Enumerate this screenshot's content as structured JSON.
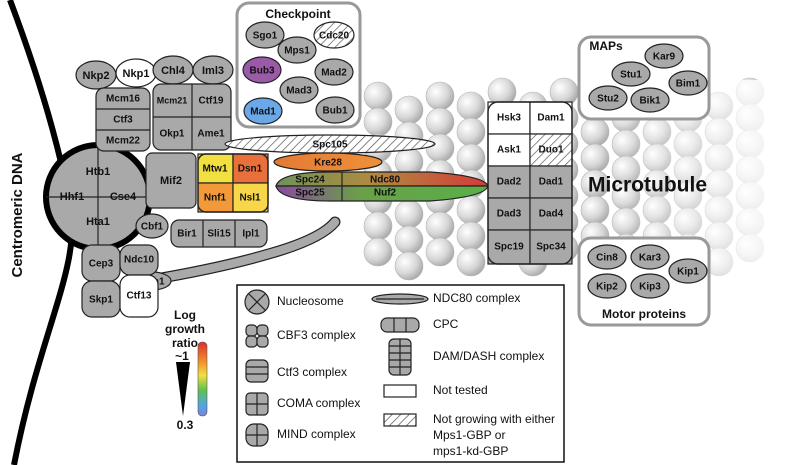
{
  "left_axis_label": "Centromeric DNA",
  "microtubule_label": "Microtubule",
  "checkpoint": {
    "title": "Checkpoint",
    "proteins": [
      "Sgo1",
      "Cdc20",
      "Mps1",
      "Bub3",
      "Mad2",
      "Mad3",
      "Mad1",
      "Bub1"
    ]
  },
  "maps": {
    "title": "MAPs",
    "proteins": [
      "Kar9",
      "Stu1",
      "Bim1",
      "Stu2",
      "Bik1"
    ]
  },
  "motor_proteins": {
    "title": "Motor proteins",
    "proteins": [
      "Cin8",
      "Kar3",
      "Kip1",
      "Kip2",
      "Kip3"
    ]
  },
  "nucleosome": {
    "proteins": [
      "Htb1",
      "Hhf1",
      "Cse4",
      "Hta1"
    ]
  },
  "ctf3_complex": {
    "proteins": [
      "Mcm16",
      "Ctf3",
      "Mcm22"
    ]
  },
  "coma_complex": {
    "proteins": [
      "Mcm21",
      "Ctf19",
      "Okp1",
      "Ame1"
    ]
  },
  "mind_complex": {
    "proteins": [
      "Mtw1",
      "Dsn1",
      "Nnf1",
      "Nsl1"
    ]
  },
  "cbf3_complex": {
    "proteins": [
      "Cep3",
      "Ndc10",
      "Skp1",
      "Ctf13"
    ]
  },
  "cpc": {
    "proteins": [
      "Bir1",
      "Sli15",
      "Ipl1"
    ]
  },
  "ndc80_complex": {
    "proteins": [
      "Spc24",
      "Ndc80",
      "Spc25",
      "Nuf2"
    ]
  },
  "dam_dash": {
    "proteins": [
      "Hsk3",
      "Dam1",
      "Ask1",
      "Duo1",
      "Dad2",
      "Dad1",
      "Dad3",
      "Dad4",
      "Spc19",
      "Spc34"
    ]
  },
  "singles": {
    "nkp2": "Nkp2",
    "nkp1": "Nkp1",
    "chl4": "Chl4",
    "iml3": "Iml3",
    "mif2": "Mif2",
    "cbf1": "Cbf1",
    "cnn1": "Cnn1",
    "spc105": "Spc105",
    "kre28": "Kre28"
  },
  "growth_scale": {
    "title_lines": [
      "Log",
      "growth",
      "ratio"
    ],
    "top": "~1",
    "bottom": "0.3"
  },
  "legend": {
    "col1": [
      "Nucleosome",
      "CBF3 complex",
      "Ctf3 complex",
      "COMA complex",
      "MIND complex"
    ],
    "col2": [
      "NDC80 complex",
      "CPC",
      "DAM/DASH complex",
      "Not tested"
    ],
    "not_growing": [
      "Not growing with either",
      "Mps1-GBP or",
      "mps1-kd-GBP"
    ]
  },
  "colors": {
    "tested_gray": "#a9a9a9",
    "bub3": "#9a5aa8",
    "mad1": "#6aa8e8",
    "mtw1": "#f2e040",
    "dsn1": "#e9703a",
    "nnf1": "#f29a3a",
    "nsl1": "#f7d64a",
    "kre28": "#e8853a",
    "spc24": "#7a9a5a",
    "ndc80": "#d04040",
    "spc25": "#8a4aa0",
    "nuf2": "#5ab04a",
    "scale_top": "#d83030",
    "scale_bottom": "#8080d8"
  }
}
